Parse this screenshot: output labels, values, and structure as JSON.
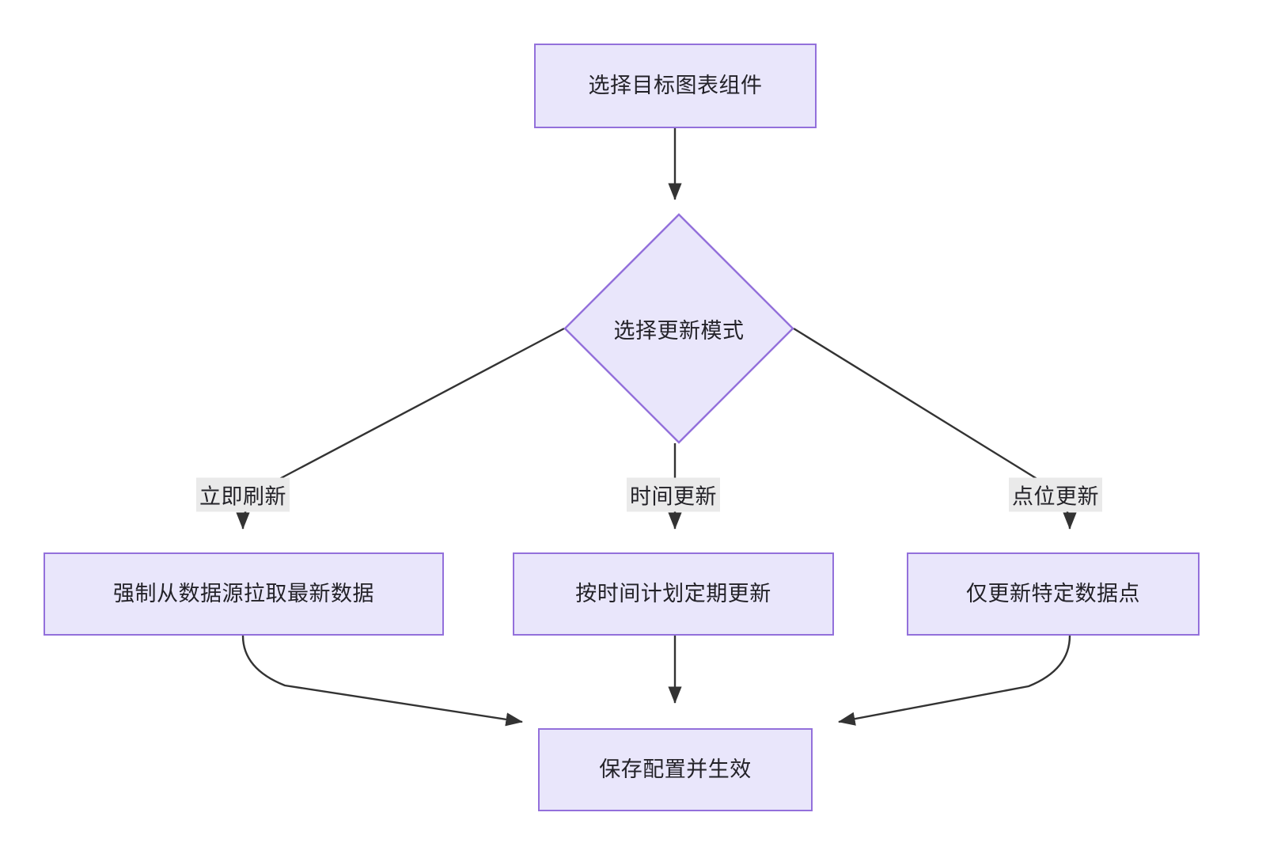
{
  "diagram": {
    "type": "flowchart",
    "direction": "top-down",
    "theme": {
      "node_fill": "#e9e6fb",
      "node_stroke": "#9370db",
      "edge_stroke": "#333333",
      "text_color": "#232228",
      "edge_label_bg": "#eaeaea",
      "background": "#ffffff"
    },
    "nodes": [
      {
        "id": "start",
        "shape": "rect",
        "label": "选择目标图表组件"
      },
      {
        "id": "decision",
        "shape": "diamond",
        "label": "选择更新模式"
      },
      {
        "id": "branch1",
        "shape": "rect",
        "label": "强制从数据源拉取最新数据"
      },
      {
        "id": "branch2",
        "shape": "rect",
        "label": "按时间计划定期更新"
      },
      {
        "id": "branch3",
        "shape": "rect",
        "label": "仅更新特定数据点"
      },
      {
        "id": "end",
        "shape": "rect",
        "label": "保存配置并生效"
      }
    ],
    "edges": [
      {
        "from": "start",
        "to": "decision",
        "label": ""
      },
      {
        "from": "decision",
        "to": "branch1",
        "label": "立即刷新"
      },
      {
        "from": "decision",
        "to": "branch2",
        "label": "时间更新"
      },
      {
        "from": "decision",
        "to": "branch3",
        "label": "点位更新"
      },
      {
        "from": "branch1",
        "to": "end",
        "label": ""
      },
      {
        "from": "branch2",
        "to": "end",
        "label": ""
      },
      {
        "from": "branch3",
        "to": "end",
        "label": ""
      }
    ],
    "edge_labels": {
      "immediate": "立即刷新",
      "scheduled": "时间更新",
      "pointwise": "点位更新"
    }
  }
}
